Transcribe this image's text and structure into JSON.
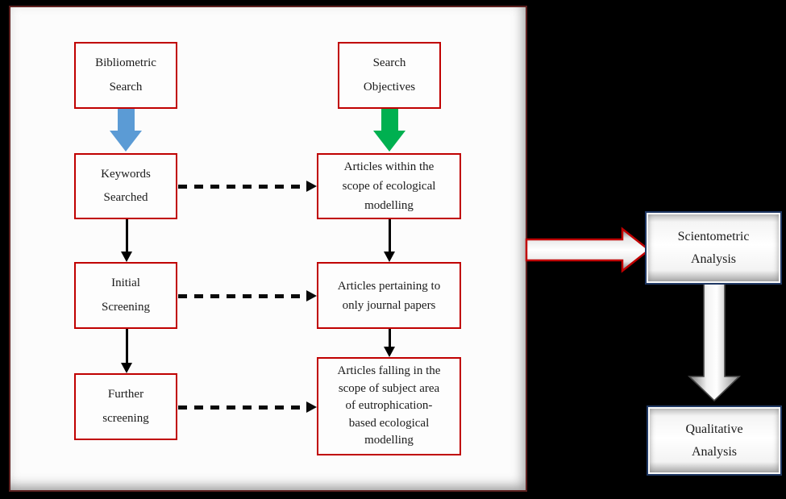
{
  "flow": {
    "left": [
      {
        "label": "Bibliometric\nSearch"
      },
      {
        "label": "Keywords\nSearched"
      },
      {
        "label": "Initial\nScreening"
      },
      {
        "label": "Further\nscreening"
      }
    ],
    "right": [
      {
        "label": "Search\nObjectives"
      },
      {
        "label": "Articles within the\nscope of ecological\nmodelling"
      },
      {
        "label": "Articles pertaining to\nonly journal papers"
      },
      {
        "label": "Articles falling in the\nscope of subject area\nof eutrophication-\nbased ecological\nmodelling"
      }
    ]
  },
  "outputs": [
    {
      "label": "Scientometric\nAnalysis"
    },
    {
      "label": "Qualitative\nAnalysis"
    }
  ],
  "colors": {
    "background": "#000000",
    "panel_background": "#FCFCFC",
    "panel_border": "#5E2120",
    "process_box_border": "#C00000",
    "output_box_border": "#1F3864",
    "arrow_blue": "#5B9BD5",
    "arrow_green": "#00B050",
    "connector_black": "#000000",
    "transition_arrow_outline": "#C00000",
    "transition_arrow_fill": "#FFFFFF"
  }
}
